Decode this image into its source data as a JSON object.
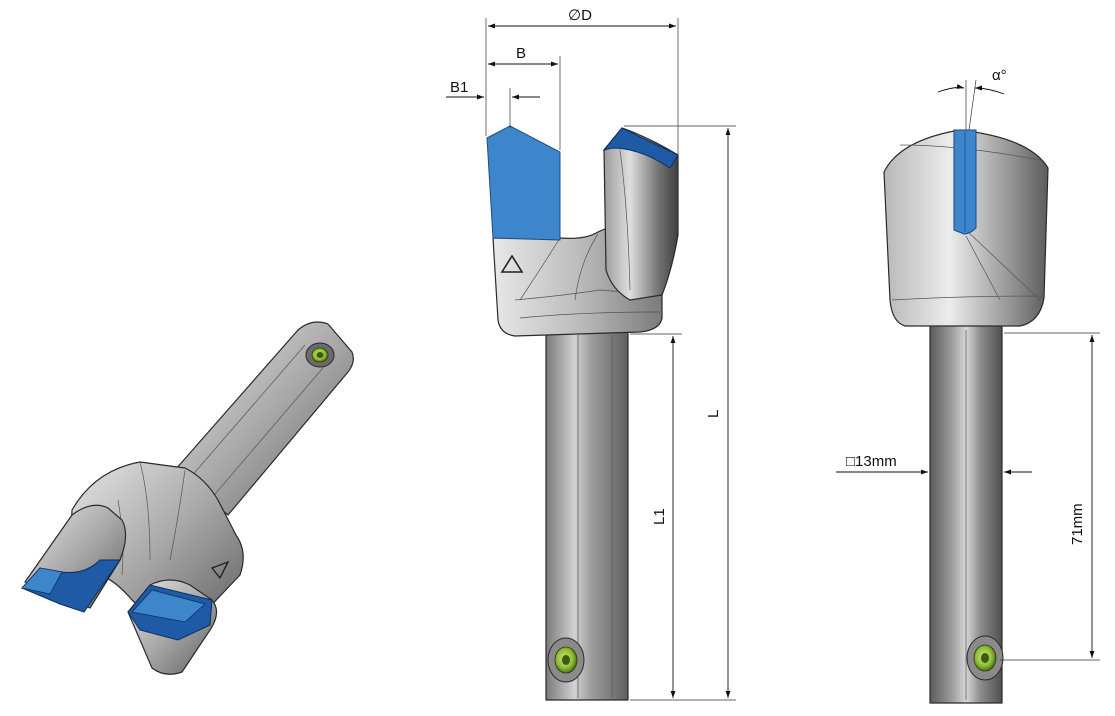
{
  "dimensions": {
    "diameter": "∅D",
    "width_b": "B",
    "width_b1": "B1",
    "length_total": "L",
    "length_shank": "L1",
    "angle": "α°",
    "shank_square": "□13mm",
    "shank_length": "71mm"
  },
  "colors": {
    "carbide_tip": "#3d86cc",
    "carbide_tip_dark": "#1f5aa6",
    "body_light": "#d9d9d9",
    "body_mid": "#a8a8a8",
    "body_dark": "#6e6e6e",
    "screw_green": "#9ccc3f",
    "dimension_line": "#111111"
  },
  "icons": {
    "triangle_marking": "triangle-mark-icon",
    "screw_hole": "screw-hole-icon"
  }
}
